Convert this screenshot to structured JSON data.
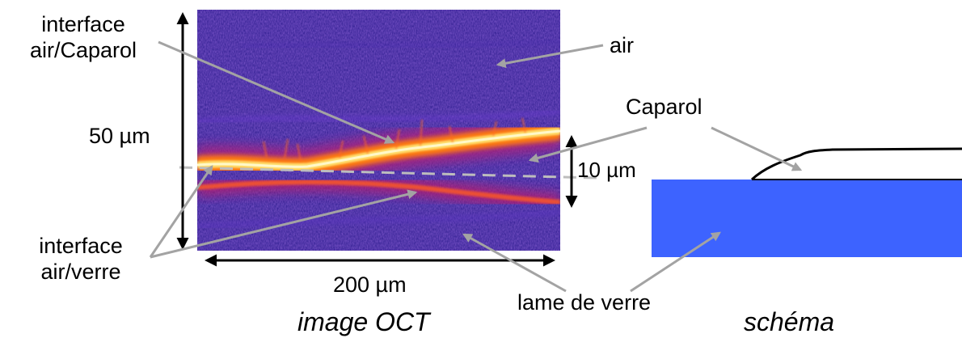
{
  "labels": {
    "interface_top_line1": "interface",
    "interface_top_line2": "air/Caparol",
    "air": "air",
    "caparol": "Caparol",
    "height_50": "50 µm",
    "height_10": "10 µm",
    "interface_bottom_line1": "interface",
    "interface_bottom_line2": "air/verre",
    "width_200": "200 µm",
    "lame": "lame de verre"
  },
  "captions": {
    "oct": "image OCT",
    "schema": "schéma"
  },
  "colors": {
    "oct_background": "#2a1a8c",
    "oct_bright": "#fff4a0",
    "oct_band": "#ff7a10",
    "glass": "#3d63ff",
    "pointer": "#a3a3a3",
    "dashed_line": "#bdbdbd"
  }
}
